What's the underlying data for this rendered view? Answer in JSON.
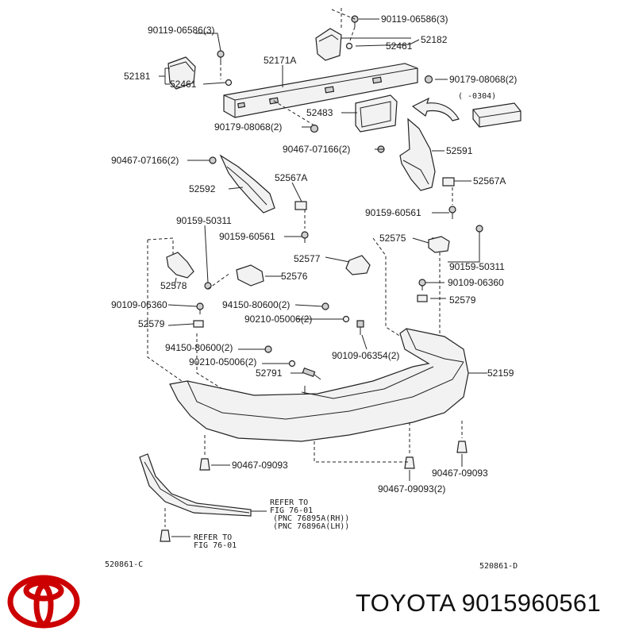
{
  "labels": {
    "p90119_left": "90119-06586(3)",
    "p90119_right": "90119-06586(3)",
    "p52182": "52182",
    "p52461_top": "52461",
    "p52181": "52181",
    "p52461_left": "52461",
    "p52171A": "52171A",
    "p90179_right": "90179-08068(2)",
    "p0304": "(    -0304)",
    "p52483": "52483",
    "p90179_left": "90179-08068(2)",
    "p90467_07166_right": "90467-07166(2)",
    "p52591": "52591",
    "p90467_07166_left": "90467-07166(2)",
    "p52567A_left": "52567A",
    "p52592": "52592",
    "p52567A_right": "52567A",
    "p90159_60561_right": "90159-60561",
    "p90159_50311_left": "90159-50311",
    "p90159_60561_left": "90159-60561",
    "p52575": "52575",
    "p52577": "52577",
    "p90159_50311_right": "90159-50311",
    "p52578": "52578",
    "p52576": "52576",
    "p90109_06360_right": "90109-06360",
    "p90109_06360_left": "90109-06360",
    "p94150_top": "94150-80600(2)",
    "p52579_right": "52579",
    "p52579_left": "52579",
    "p90210_top": "90210-05006(2)",
    "p94150_bottom": "94150-80600(2)",
    "p90109_06354": "90109-06354(2)",
    "p52159": "52159",
    "p90210_bottom": "90210-05006(2)",
    "p52791": "52791",
    "p90467_09093_left": "90467-09093",
    "p90467_09093_right": "90467-09093",
    "p90467_09093_mid": "90467-09093(2)",
    "refer1_l1": "REFER TO",
    "refer1_l2": "FIG 76-01",
    "refer1_l3": "(PNC 76895A(RH))",
    "refer1_l4": "(PNC 76896A(LH))",
    "refer2_l1": "REFER TO",
    "refer2_l2": "FIG 76-01",
    "fig_left": "520861-C",
    "fig_right": "520861-D"
  },
  "brand": {
    "text": "TOYOTA 9015960561",
    "logo_icon": "toyota-logo-icon",
    "logo_color": "#cc0000"
  }
}
